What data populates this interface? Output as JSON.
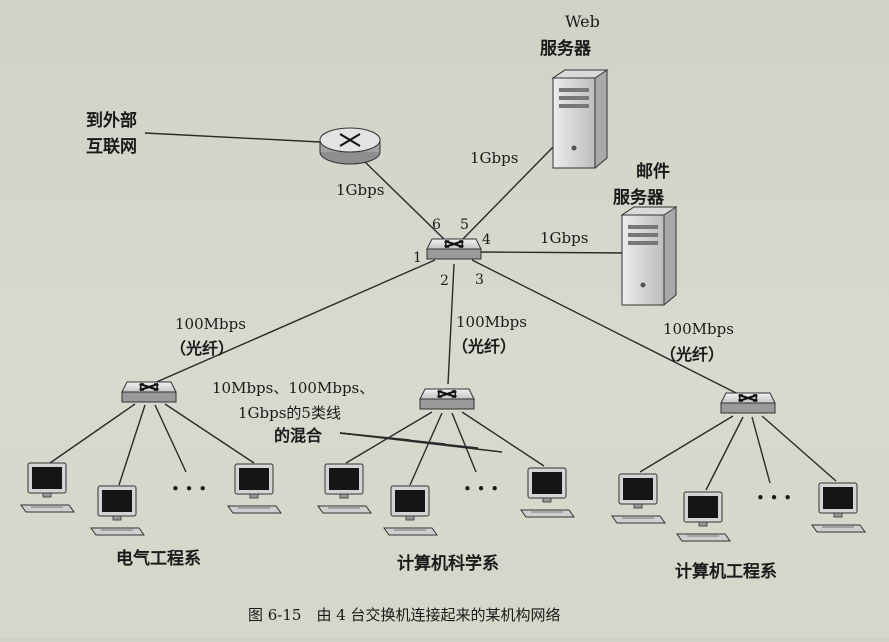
{
  "external": {
    "line1": "到外部",
    "line2": "互联网"
  },
  "web_server": {
    "line1": "Web",
    "line2": "服务器"
  },
  "mail_server": {
    "line1": "邮件",
    "line2": "服务器"
  },
  "links": {
    "router": "1Gbps",
    "web": "1Gbps",
    "mail": "1Gbps",
    "ee_speed": "100Mbps",
    "ee_medium": "（光纤）",
    "cs_speed": "100Mbps",
    "cs_medium": "（光纤）",
    "ce_speed": "100Mbps",
    "ce_medium": "（光纤）"
  },
  "ports": {
    "p1": "1",
    "p2": "2",
    "p3": "3",
    "p4": "4",
    "p5": "5",
    "p6": "6"
  },
  "mix_note": {
    "line1": "10Mbps、100Mbps、",
    "line2": "1Gbps的5类线",
    "line3": "的混合"
  },
  "ellipsis": "• • •",
  "departments": {
    "ee": "电气工程系",
    "cs": "计算机科学系",
    "ce": "计算机工程系"
  },
  "caption": "图 6-15　由 4 台交换机连接起来的某机构网络"
}
